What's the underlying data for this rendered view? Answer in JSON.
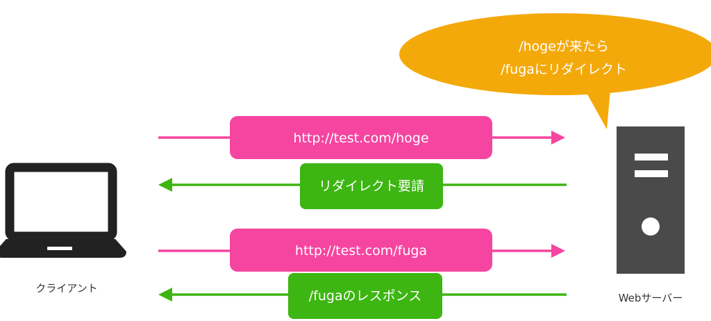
{
  "colors": {
    "request": "#f545a0",
    "response": "#3db512",
    "bubble": "#f4a90a",
    "device": "#222222",
    "server": "#4a4a4a",
    "label_text": "#ffffff",
    "caption_text": "#333333"
  },
  "speech_bubble": {
    "line1": "/hogeが来たら",
    "line2": "/fugaにリダイレクト"
  },
  "messages": [
    {
      "direction": "to-server",
      "kind": "request",
      "label": "http://test.com/hoge"
    },
    {
      "direction": "to-client",
      "kind": "response",
      "label": "リダイレクト要請"
    },
    {
      "direction": "to-server",
      "kind": "request",
      "label": "http://test.com/fuga"
    },
    {
      "direction": "to-client",
      "kind": "response",
      "label": "/fugaのレスポンス"
    }
  ],
  "client": {
    "icon": "laptop-icon",
    "label": "クライアント"
  },
  "server": {
    "icon": "server-tower-icon",
    "label": "Webサーバー"
  }
}
